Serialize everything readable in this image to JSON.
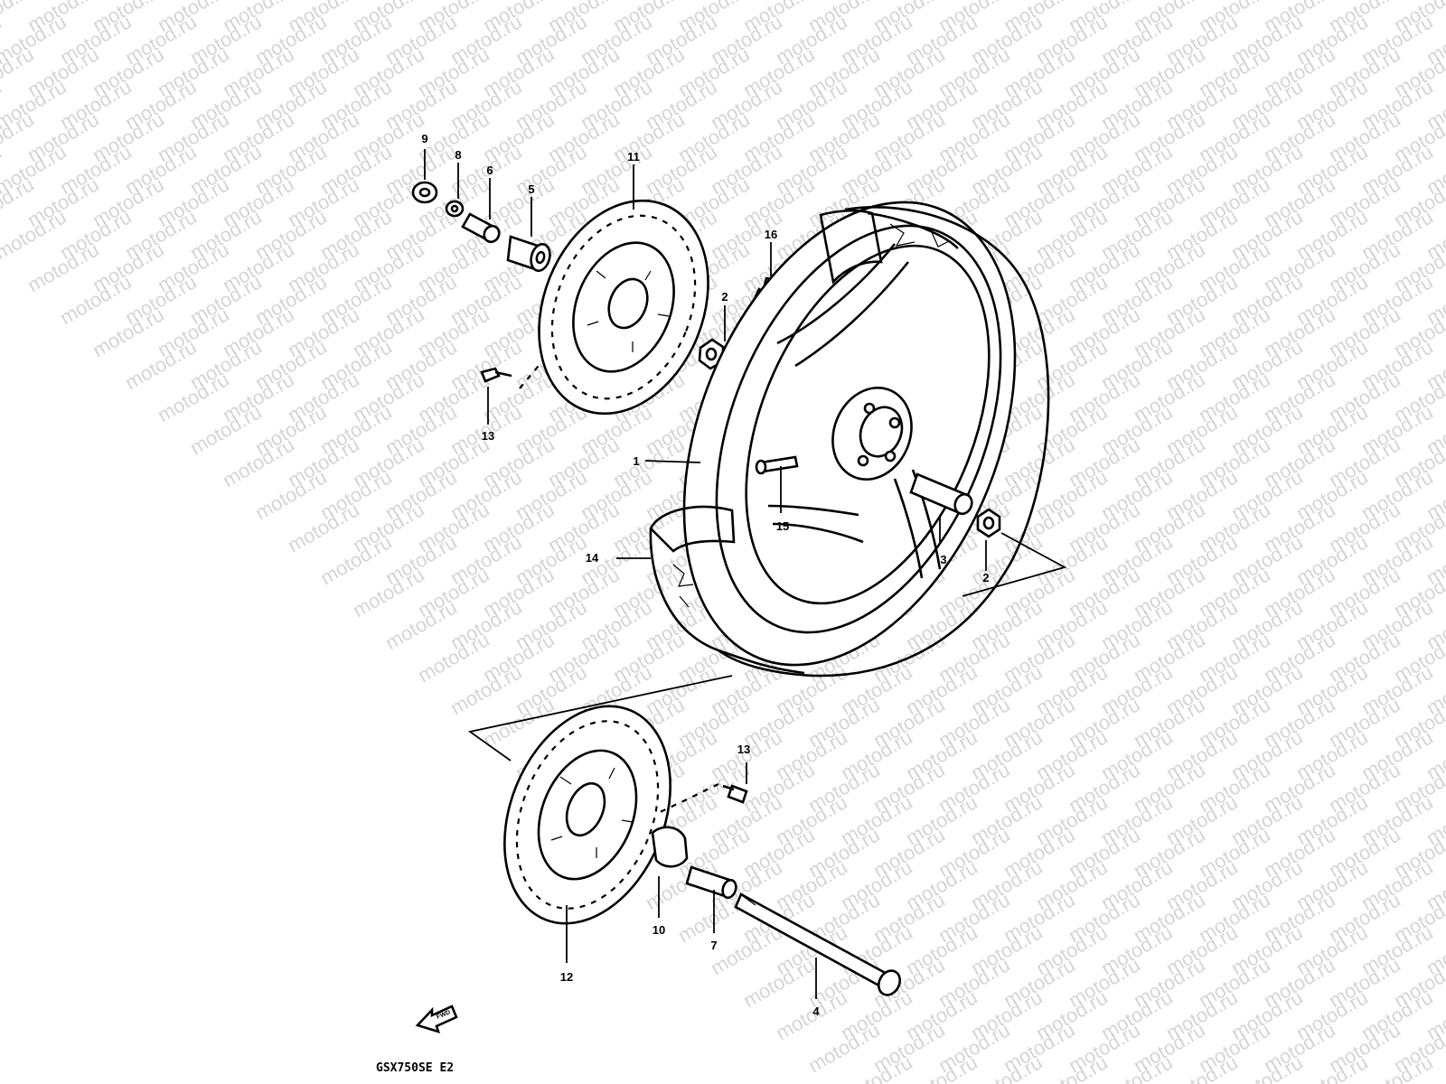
{
  "watermark": {
    "text": "motod.ru",
    "color": "#c8c8c8"
  },
  "model_label": "GSX750SE E2",
  "fwd_label": "FWD",
  "callouts": [
    {
      "id": "c9",
      "text": "9"
    },
    {
      "id": "c8",
      "text": "8"
    },
    {
      "id": "c6",
      "text": "6"
    },
    {
      "id": "c5",
      "text": "5"
    },
    {
      "id": "c11",
      "text": "11"
    },
    {
      "id": "c16",
      "text": "16"
    },
    {
      "id": "c2a",
      "text": "2"
    },
    {
      "id": "c13a",
      "text": "13"
    },
    {
      "id": "c1",
      "text": "1"
    },
    {
      "id": "c15",
      "text": "15"
    },
    {
      "id": "c14",
      "text": "14"
    },
    {
      "id": "c3",
      "text": "3"
    },
    {
      "id": "c2b",
      "text": "2"
    },
    {
      "id": "c13b",
      "text": "13"
    },
    {
      "id": "c12",
      "text": "12"
    },
    {
      "id": "c10",
      "text": "10"
    },
    {
      "id": "c7",
      "text": "7"
    },
    {
      "id": "c4",
      "text": "4"
    }
  ],
  "icons": [
    "fwd-arrow-icon"
  ]
}
